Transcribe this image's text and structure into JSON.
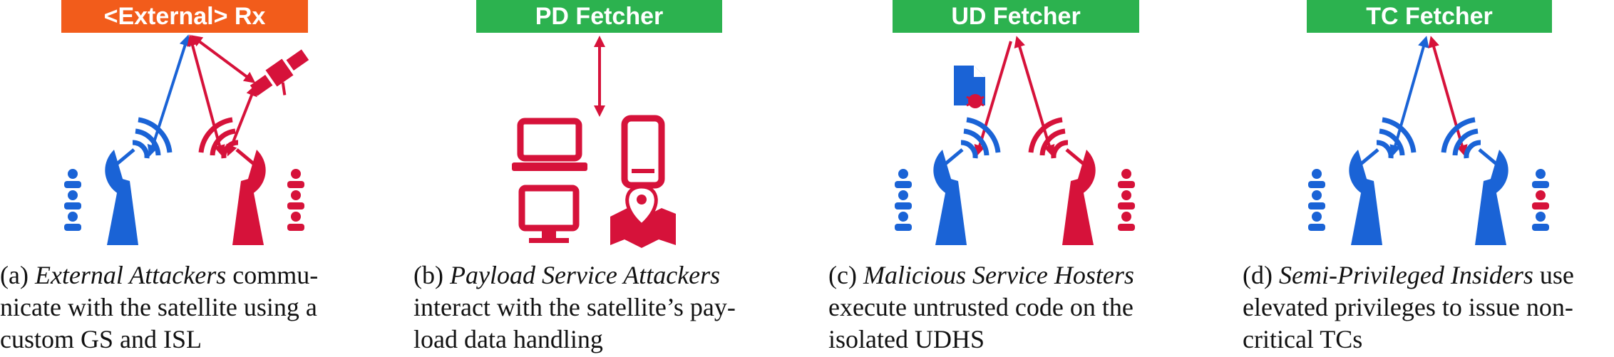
{
  "panels": [
    {
      "banner": "<External> Rx",
      "caption_label": "(a)",
      "caption_emph": "External Attackers",
      "caption_line1_rest": "commu-",
      "caption_line2": "nicate with the satellite using a",
      "caption_line3": "custom GS and ISL"
    },
    {
      "banner": "PD Fetcher",
      "caption_label": "(b)",
      "caption_emph": "Payload Service Attackers",
      "caption_line1_rest": "",
      "caption_line2": "interact with the satellite’s pay-",
      "caption_line3": "load data handling"
    },
    {
      "banner": "UD Fetcher",
      "caption_label": "(c)",
      "caption_emph": "Malicious Service Hosters",
      "caption_line1_rest": "",
      "caption_line2": "execute untrusted code on the",
      "caption_line3": "isolated UDHS"
    },
    {
      "banner": "TC Fetcher",
      "caption_label": "(d)",
      "caption_emph": "Semi-Privileged Insiders",
      "caption_line1_rest": "use",
      "caption_line2": "elevated privileges to issue non-",
      "caption_line3": "critical TCs"
    }
  ],
  "colors": {
    "blue": "#1a63d6",
    "red": "#d6123a",
    "orange": "#f25c1b",
    "green": "#2cb24f"
  },
  "icons": [
    "person-icon",
    "ground-station-icon",
    "satellite-icon",
    "laptop-icon",
    "phone-icon",
    "monitor-icon",
    "map-pin-icon",
    "malicious-file-icon"
  ]
}
